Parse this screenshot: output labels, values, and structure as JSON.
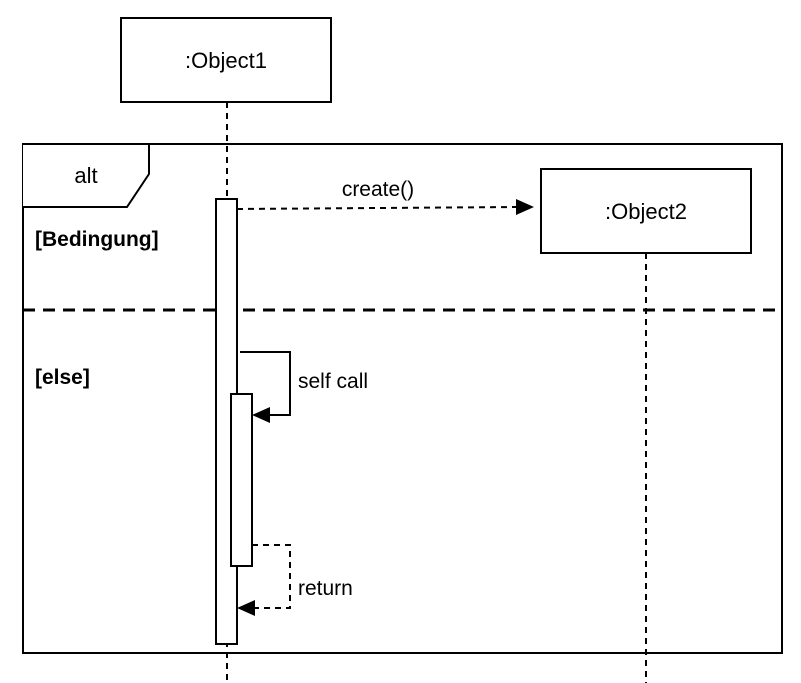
{
  "colors": {
    "stroke": "#000000",
    "fill": "#ffffff"
  },
  "lifelines": [
    {
      "label": ":Object1"
    },
    {
      "label": ":Object2"
    }
  ],
  "fragment": {
    "operator": "alt",
    "guards": [
      "[Bedingung]",
      "[else]"
    ]
  },
  "messages": [
    {
      "label": "create()",
      "kind": "create-dashed"
    },
    {
      "label": "self call",
      "kind": "sync-self"
    },
    {
      "label": "return",
      "kind": "return-dashed"
    }
  ]
}
